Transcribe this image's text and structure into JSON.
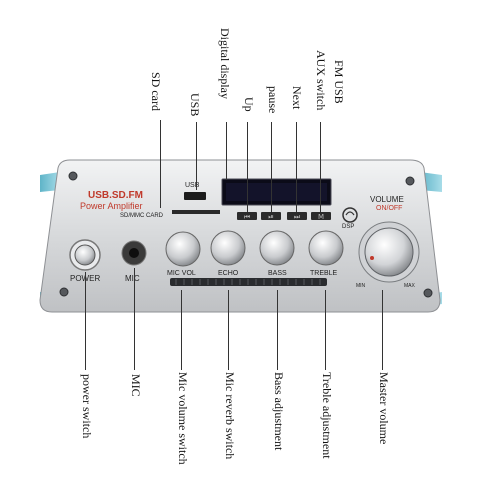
{
  "product": {
    "brand_line": "USB.SD.FM",
    "subtitle_line": "Power Amplifier",
    "usb_port_label": "USB",
    "sd_slot_label": "SD/MMC CARD",
    "dsp_badge": "DSP",
    "volume_title": "VOLUME",
    "volume_sub": "ON/OFF",
    "volume_min": "MIN",
    "volume_max": "MAX",
    "power_label": "POWER",
    "mic_label": "MIC",
    "knobs": [
      {
        "label": "MIC VOL"
      },
      {
        "label": "ECHO"
      },
      {
        "label": "BASS"
      },
      {
        "label": "TREBLE"
      }
    ],
    "buttons": [
      {
        "icon": "previous-icon"
      },
      {
        "icon": "play-pause-icon"
      },
      {
        "icon": "next-icon"
      },
      {
        "icon": "mode-icon"
      }
    ]
  },
  "callouts_top": [
    {
      "text": "SD card"
    },
    {
      "text": "USB"
    },
    {
      "text": "Digital display"
    },
    {
      "text": "Up"
    },
    {
      "text": "pause"
    },
    {
      "text": "Next"
    },
    {
      "text": "FM USB"
    },
    {
      "text": "AUX switch"
    }
  ],
  "callouts_bottom": [
    {
      "text": "power switch"
    },
    {
      "text": "MIC"
    },
    {
      "text": "Mic volume switch"
    },
    {
      "text": "Mic reverb switch"
    },
    {
      "text": "Bass adjustment"
    },
    {
      "text": "Treble adjustment"
    },
    {
      "text": "Master volume"
    }
  ],
  "colors": {
    "panel": "#d9dadc",
    "brand_red": "#c0392b",
    "display": "#0b0b18",
    "foot": "#7fc8d8"
  }
}
